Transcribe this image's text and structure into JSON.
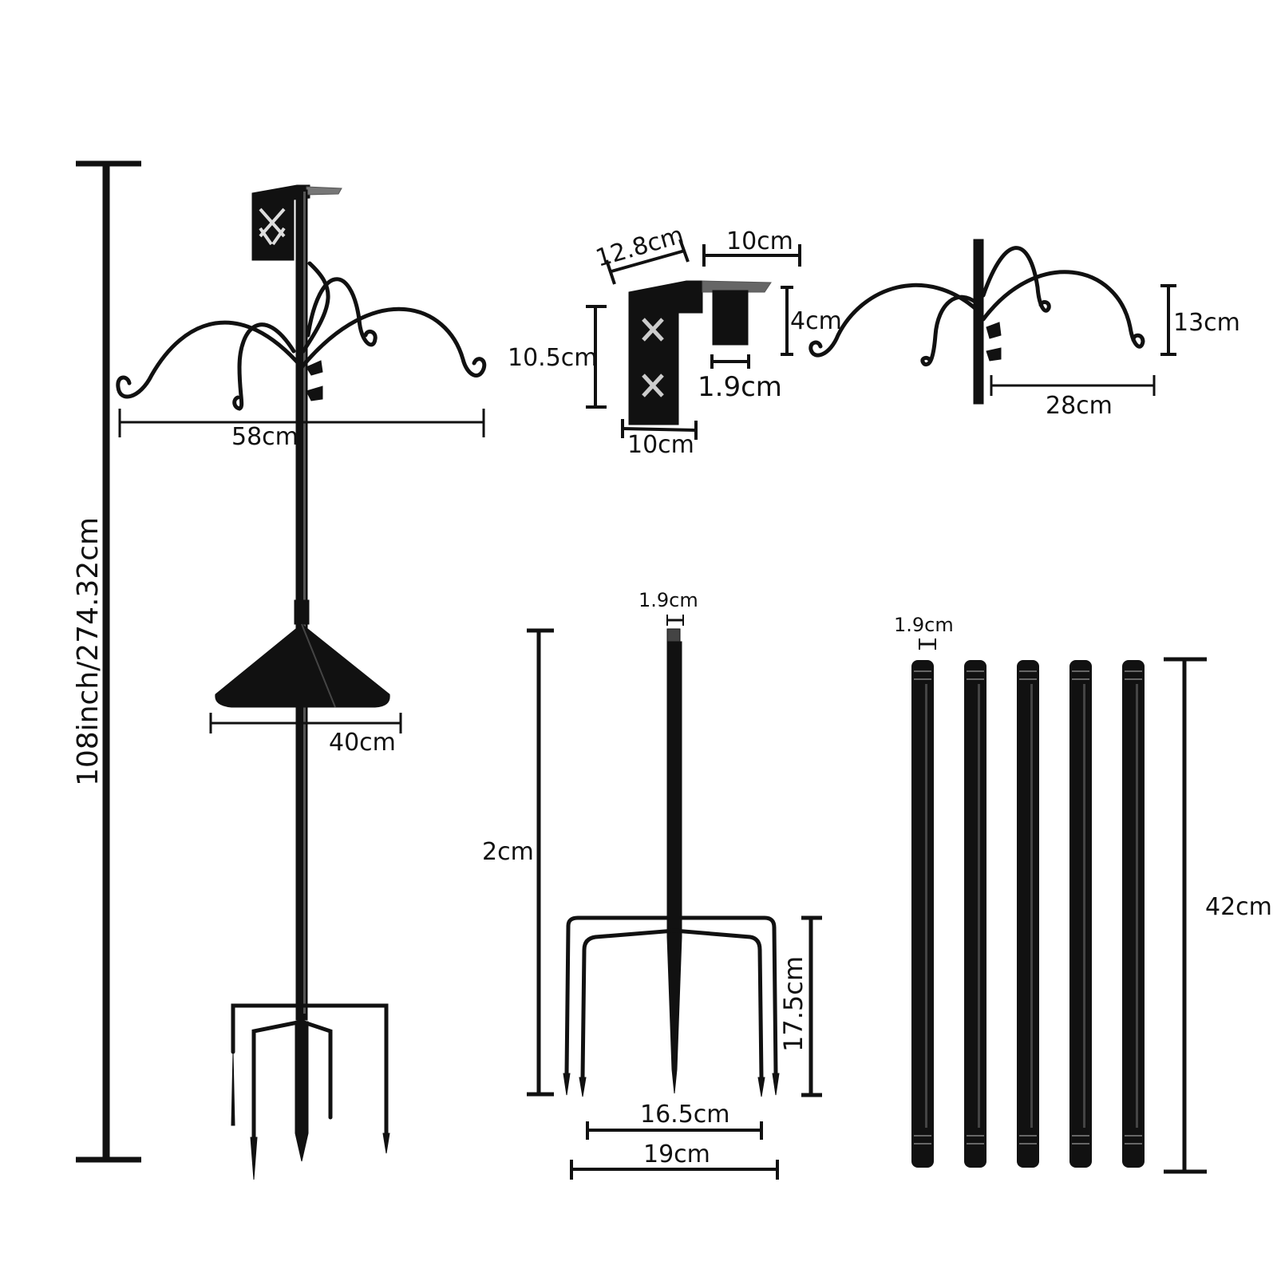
{
  "colors": {
    "metal": "#111111",
    "background": "#ffffff"
  },
  "labels": {
    "total_height": "108inch/274.32cm",
    "hook_span": "58cm",
    "baffle_diameter": "40cm",
    "bracket_width": "12.8cm",
    "bracket_top_length": "10cm",
    "bracket_height": "10.5cm",
    "bracket_sleeve_height": "4cm",
    "bracket_sleeve_diameter": "1.9cm",
    "bracket_bottom_width": "10cm",
    "arm_height": "13cm",
    "arm_length": "28cm",
    "stake_pole_diameter": "1.9cm",
    "stake_height": "2cm",
    "stake_prong_height": "17.5cm",
    "stake_inner_width": "16.5cm",
    "stake_outer_width": "19cm",
    "tube_diameter": "1.9cm",
    "tube_length": "42cm"
  },
  "icons": {
    "assembled_pole": "shepherd-hook-pole-icon",
    "bracket": "mounting-bracket-icon",
    "arm": "hanging-arm-icon",
    "stake": "ground-stake-icon",
    "tubes": "extension-tube-icon"
  },
  "tube_count": 5
}
